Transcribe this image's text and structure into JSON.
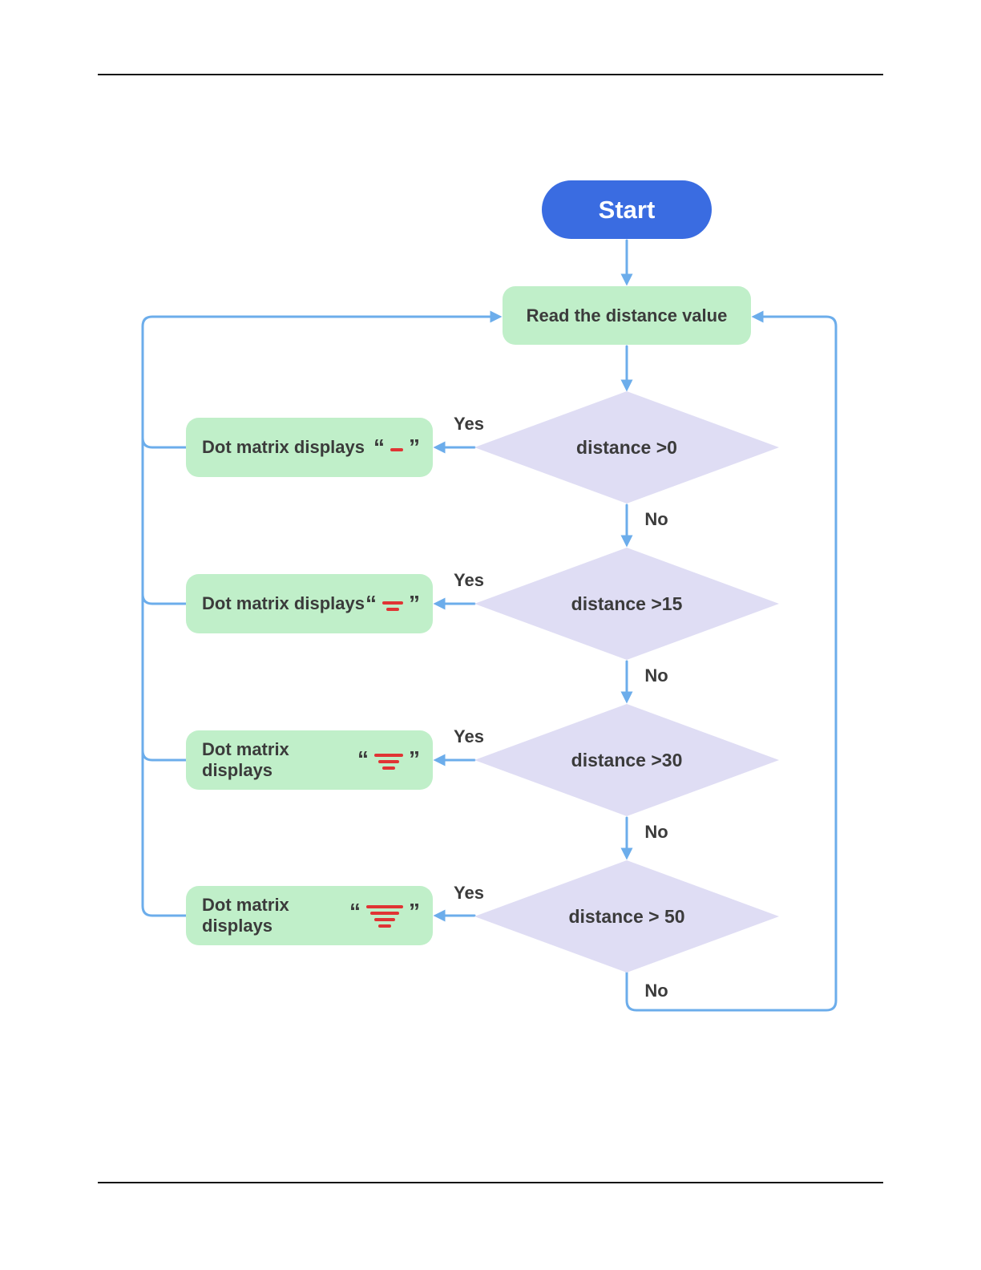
{
  "colors": {
    "start_fill": "#3a6ce1",
    "process_fill": "#c0efc9",
    "decision_fill": "#dfddf4",
    "connector": "#6cadeb",
    "symbol_red": "#e03434",
    "text_dark": "#3b3b3b"
  },
  "flowchart": {
    "start": {
      "label": "Start"
    },
    "read": {
      "label": "Read the distance value"
    },
    "decisions": [
      {
        "label": "distance >0",
        "yes": "Yes",
        "no": "No"
      },
      {
        "label": "distance >15",
        "yes": "Yes",
        "no": "No"
      },
      {
        "label": "distance >30",
        "yes": "Yes",
        "no": "No"
      },
      {
        "label": "distance > 50",
        "yes": "Yes",
        "no": "No"
      }
    ],
    "displays": [
      {
        "label": "Dot matrix displays",
        "open_quote": "“",
        "close_quote": "”",
        "symbol": "dot-matrix-1-bar",
        "bars": 1
      },
      {
        "label": "Dot matrix displays",
        "open_quote": "“",
        "close_quote": "”",
        "symbol": "dot-matrix-2-bars",
        "bars": 2
      },
      {
        "label": "Dot matrix displays",
        "open_quote": "“",
        "close_quote": "”",
        "symbol": "dot-matrix-3-bars",
        "bars": 3
      },
      {
        "label": "Dot matrix displays",
        "open_quote": "“",
        "close_quote": "”",
        "symbol": "dot-matrix-4-bars",
        "bars": 4
      }
    ]
  }
}
